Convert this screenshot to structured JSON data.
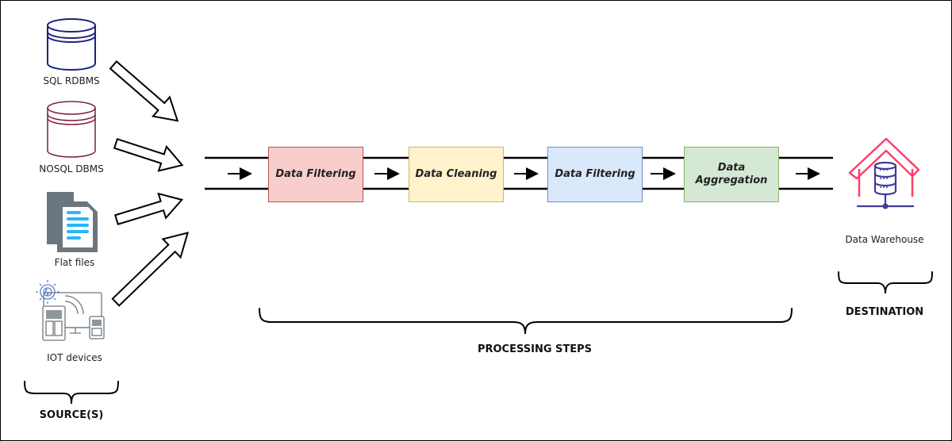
{
  "sources": {
    "title": "SOURCE(S)",
    "items": [
      {
        "label": "SQL RDBMS",
        "icon": "sql-database-icon"
      },
      {
        "label": "NOSQL DBMS",
        "icon": "nosql-database-icon"
      },
      {
        "label": "Flat files",
        "icon": "flat-files-icon"
      },
      {
        "label": "IOT devices",
        "icon": "iot-devices-icon"
      }
    ]
  },
  "processing": {
    "title": "PROCESSING STEPS",
    "steps": [
      {
        "label": "Data Filtering",
        "fill": "#f8cecc",
        "stroke": "#b85450"
      },
      {
        "label": "Data Cleaning",
        "fill": "#fff2cc",
        "stroke": "#d6b656"
      },
      {
        "label": "Data Filtering",
        "fill": "#dae8fc",
        "stroke": "#6c8ebf"
      },
      {
        "label": "Data Aggregation",
        "fill": "#d5e8d4",
        "stroke": "#82b366"
      }
    ]
  },
  "destination": {
    "title": "DESTINATION",
    "label": "Data Warehouse",
    "icon": "data-warehouse-icon"
  },
  "colors": {
    "sql_db": "#1a237e",
    "nosql_db": "#7b1f3a",
    "flat_file_body": "#6b7680",
    "flat_file_lines": "#29b6f6",
    "warehouse_roof": "#ff3d6e",
    "warehouse_db": "#3f3d99"
  }
}
